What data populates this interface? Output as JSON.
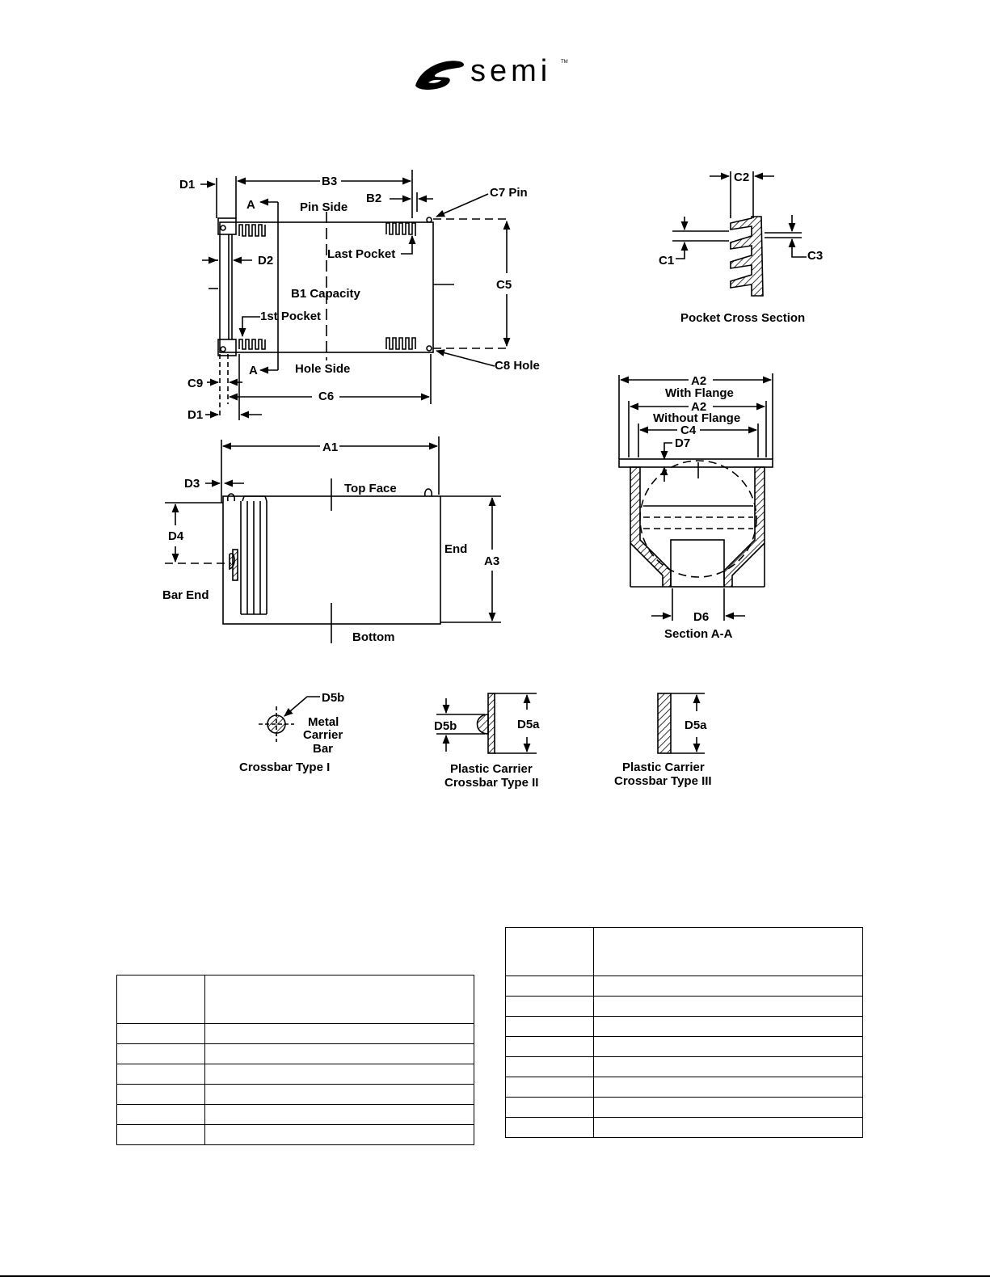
{
  "logo": {
    "text": "semi",
    "tm": "TM"
  },
  "labels": {
    "d1_top": "D1",
    "b3": "B3",
    "b2": "B2",
    "c7_pin": "C7 Pin",
    "a_top": "A",
    "pin_side": "Pin Side",
    "d2": "D2",
    "last_pocket": "Last Pocket",
    "c5": "C5",
    "b1_capacity": "B1 Capacity",
    "first_pocket": "1st Pocket",
    "a_bottom": "A",
    "hole_side": "Hole Side",
    "c8_hole": "C8 Hole",
    "c9": "C9",
    "c6": "C6",
    "d1_bottom": "D1",
    "c2": "C2",
    "c1": "C1",
    "c3": "C3",
    "pocket_cross_section": "Pocket Cross Section",
    "a2_with": "A2",
    "with_flange": "With Flange",
    "a2_without": "A2",
    "without_flange": "Without Flange",
    "c4": "C4",
    "d7": "D7",
    "d6": "D6",
    "section_aa": "Section A-A",
    "a1": "A1",
    "d3": "D3",
    "top_face": "Top Face",
    "d4": "D4",
    "end": "End",
    "a3": "A3",
    "bar_end": "Bar End",
    "bottom": "Bottom",
    "d5b_1": "D5b",
    "metal": "Metal",
    "carrier": "Carrier",
    "bar": "Bar",
    "crossbar_type_1": "Crossbar Type I",
    "d5b_2": "D5b",
    "d5a_2": "D5a",
    "plastic_carrier_2": "Plastic Carrier",
    "crossbar_type_2": "Crossbar Type II",
    "d5a_3": "D5a",
    "plastic_carrier_3": "Plastic Carrier",
    "crossbar_type_3": "Crossbar Type III"
  },
  "table_left": {
    "header": [
      "",
      ""
    ],
    "rows": [
      [
        "",
        ""
      ],
      [
        "",
        ""
      ],
      [
        "",
        ""
      ],
      [
        "",
        ""
      ],
      [
        "",
        ""
      ],
      [
        "",
        ""
      ]
    ]
  },
  "table_right": {
    "header": [
      "",
      ""
    ],
    "rows": [
      [
        "",
        ""
      ],
      [
        "",
        ""
      ],
      [
        "",
        ""
      ],
      [
        "",
        ""
      ],
      [
        "",
        ""
      ],
      [
        "",
        ""
      ],
      [
        "",
        ""
      ],
      [
        "",
        ""
      ]
    ]
  }
}
